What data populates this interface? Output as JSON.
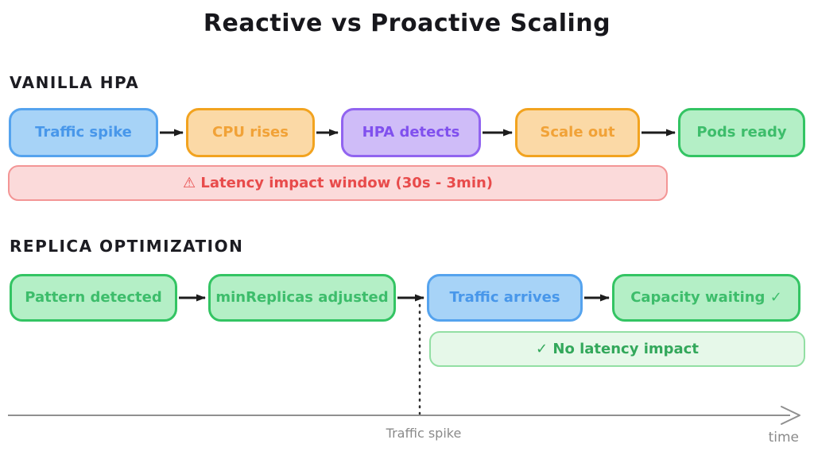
{
  "title": "Reactive vs Proactive Scaling",
  "sections": {
    "vanilla": {
      "heading": "VANILLA HPA",
      "steps": [
        {
          "label": "Traffic spike",
          "color": "blue"
        },
        {
          "label": "CPU rises",
          "color": "orange"
        },
        {
          "label": "HPA detects",
          "color": "purple"
        },
        {
          "label": "Scale out",
          "color": "orange"
        },
        {
          "label": "Pods ready",
          "color": "green"
        }
      ],
      "banner": "⚠ Latency impact window (30s - 3min)"
    },
    "replica": {
      "heading": "REPLICA OPTIMIZATION",
      "steps": [
        {
          "label": "Pattern detected",
          "color": "green"
        },
        {
          "label": "minReplicas adjusted",
          "color": "green"
        },
        {
          "label": "Traffic arrives",
          "color": "blue"
        },
        {
          "label": "Capacity waiting ✓",
          "color": "green"
        }
      ],
      "banner": "✓ No latency impact"
    }
  },
  "timeline": {
    "marker_label": "Traffic spike",
    "axis_label": "time"
  },
  "colors": {
    "blue_border": "#55a3ee",
    "blue_fill": "#a7d3f7",
    "blue_text": "#4897ea",
    "orange_border": "#f2a31f",
    "orange_fill": "#fbd9a6",
    "orange_text": "#f1a237",
    "purple_border": "#9164f0",
    "purple_fill": "#cfbcf8",
    "purple_text": "#8050ee",
    "green_border": "#33c463",
    "green_fill": "#b4efc6",
    "green_text": "#3dbd6b",
    "red_border": "#f39595",
    "red_fill": "#fbdada",
    "red_text": "#e84b4b",
    "lightgreen_border": "#92dfa3",
    "lightgreen_fill": "#e6f8e9",
    "lightgreen_text": "#33a85b",
    "arrow": "#1d1d1d",
    "axis": "#8f8f8f"
  }
}
